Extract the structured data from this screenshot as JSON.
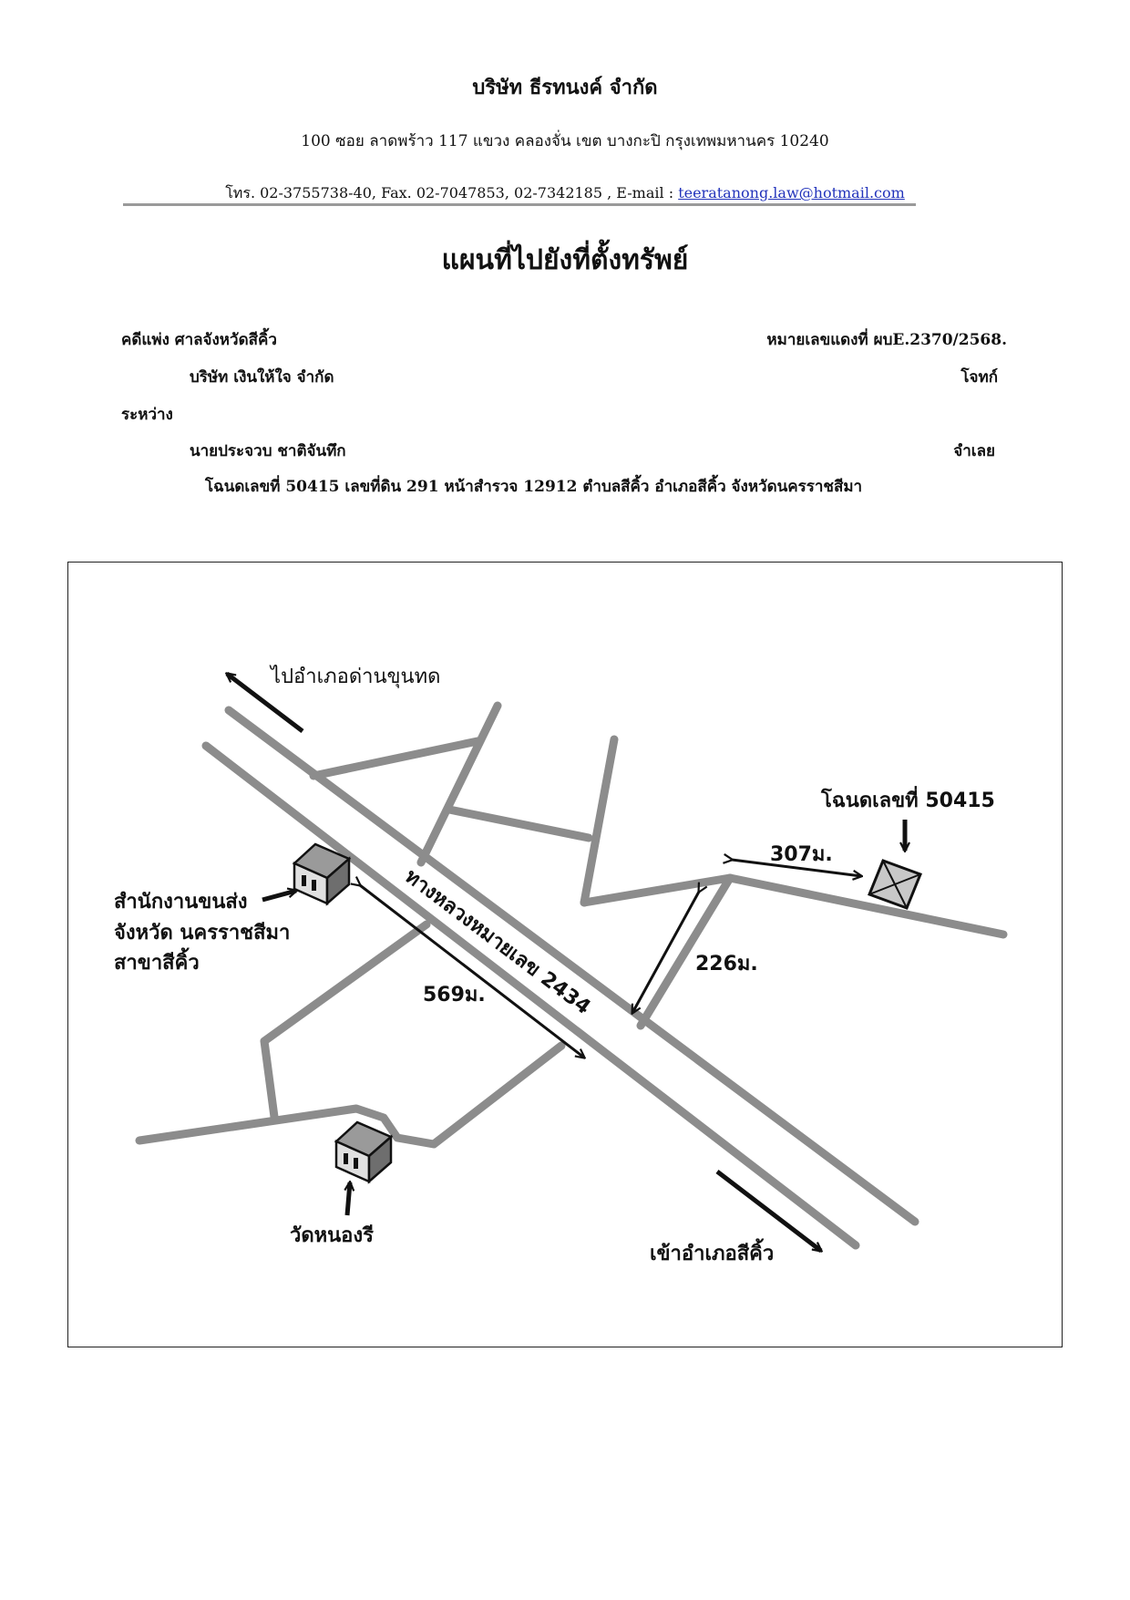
{
  "header": {
    "company": "บริษัท  ธีรทนงค์ จำกัด",
    "address": "100  ซอย ลาดพร้าว 117   แขวง คลองจั่น   เขต บางกะปิ   กรุงเทพมหานคร  10240",
    "contact_prefix": "โทร. 02-3755738-40, Fax.  02-7047853, 02-7342185 , E-mail : ",
    "email": "teeratanong.law@hotmail.com"
  },
  "document": {
    "title": "แผนที่ไปยังที่ตั้งทรัพย์",
    "case_court": "คดีแพ่ง  ศาลจังหวัดสีคิ้ว",
    "case_number": "หมายเลขแดงที่ ผบE.2370/2568.",
    "plaintiff": "บริษัท เงินให้ใจ จำกัด",
    "plaintiff_role": "โจทก์",
    "between": "ระหว่าง",
    "defendant": "นายประจวบ  ชาติจันทึก",
    "defendant_role": "จำเลย",
    "property": "โฉนดเลขที่  50415   เลขที่ดิน  291  หน้าสำรวจ  12912   ตำบลสีคิ้ว   อำเภอสีคิ้ว   จังหวัดนครราชสีมา"
  },
  "map": {
    "to_dan_khun_thot": "ไปอำเภอด่านขุนทด",
    "to_sikhio": "เข้าอำเภอสีคิ้ว",
    "highway": "ทางหลวงหมายเลข 2434",
    "deed_label": "โฉนดเลขที่ 50415",
    "dist_307": "307ม.",
    "dist_226": "226ม.",
    "dist_569": "569ม.",
    "transport_office": [
      "สำนักงานขนส่ง",
      "จังหวัด นครราชสีมา",
      "สาขาสีคิ้ว"
    ],
    "temple": "วัดหนองรี",
    "road_color": "#8c8c8c"
  }
}
